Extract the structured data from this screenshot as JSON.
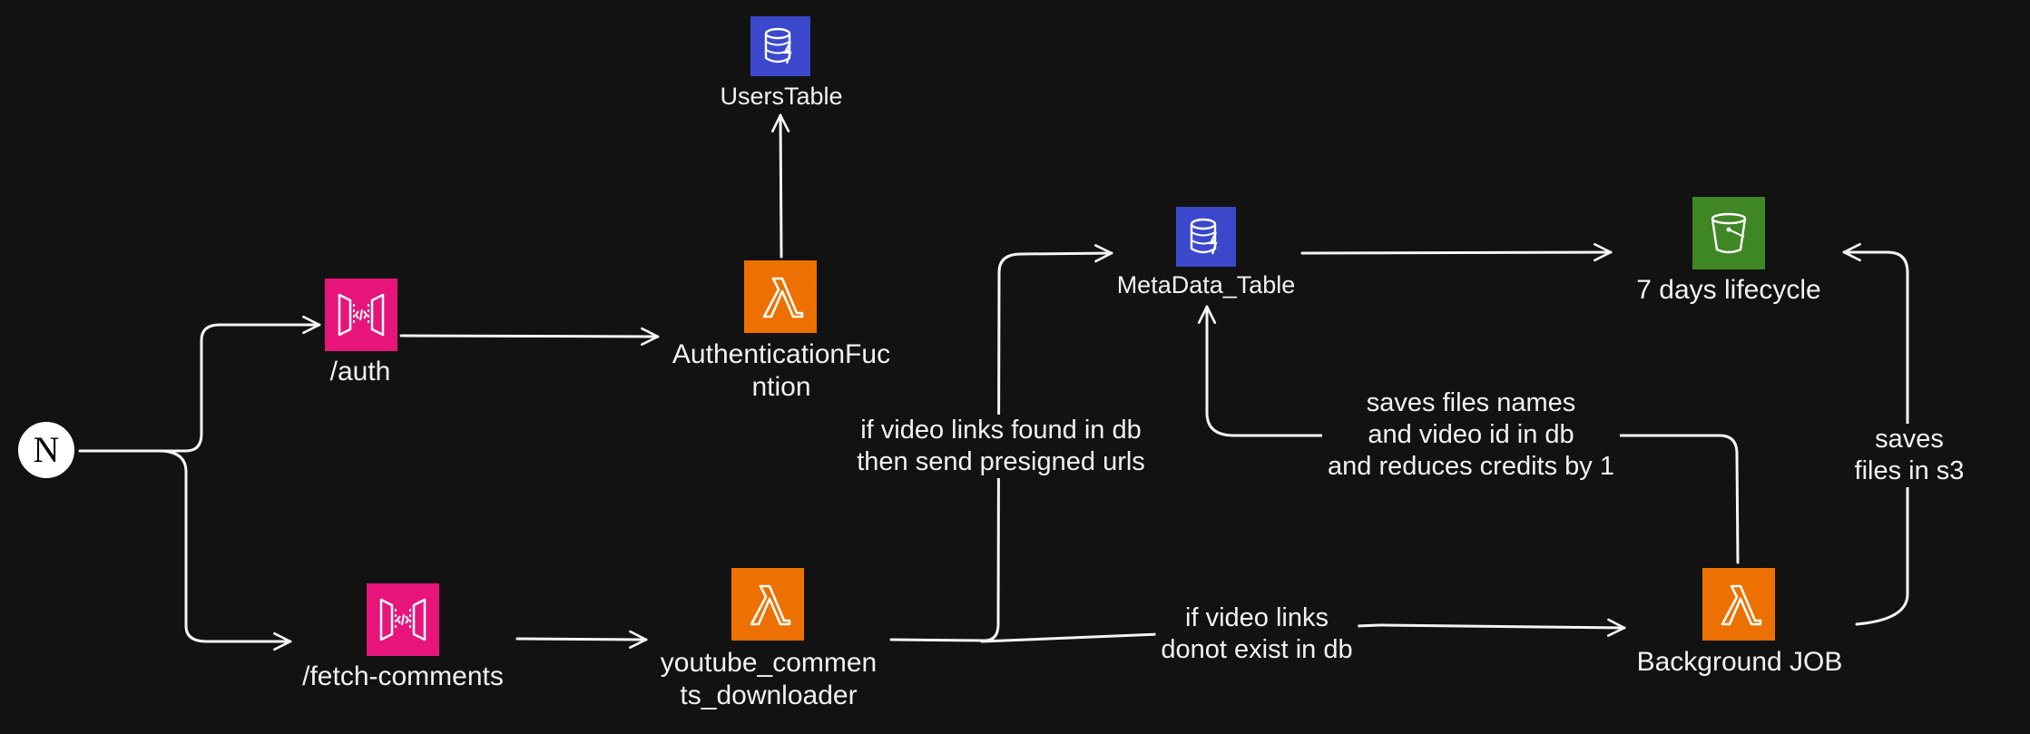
{
  "nodes": {
    "nextjs_client": {
      "glyph": "N",
      "icon": "nextjs-icon"
    },
    "auth_api": {
      "label": "/auth",
      "icon": "api-gateway-icon",
      "color": "#e7157b"
    },
    "fetch_api": {
      "label": "/fetch-comments",
      "icon": "api-gateway-icon",
      "color": "#e7157b"
    },
    "auth_lambda": {
      "label": "AuthenticationFuc\nntion",
      "icon": "lambda-icon",
      "color": "#ed7100"
    },
    "users_table": {
      "label": "UsersTable",
      "icon": "dynamodb-icon",
      "color": "#3b48cc"
    },
    "yt_lambda": {
      "label": "youtube_commen\nts_downloader",
      "icon": "lambda-icon",
      "color": "#ed7100"
    },
    "metadata_table": {
      "label": "MetaData_Table",
      "icon": "dynamodb-icon",
      "color": "#3b48cc"
    },
    "s3_bucket": {
      "label": "7 days lifecycle",
      "icon": "s3-bucket-icon",
      "color": "#3f8624"
    },
    "background_job": {
      "label": "Background JOB",
      "icon": "lambda-icon",
      "color": "#ed7100"
    }
  },
  "edge_labels": {
    "found_in_db": "if video links found in db\nthen send presigned urls",
    "not_in_db": "if video links\ndonot exist in db",
    "saves_names": "saves files names\nand video id in db\nand reduces credits by 1",
    "saves_s3": "saves files in s3"
  },
  "colors": {
    "background": "#121212",
    "line": "#f5f5f5",
    "lambda": "#ed7100",
    "api_gateway": "#e7157b",
    "dynamodb": "#3b48cc",
    "s3": "#3f8624"
  }
}
